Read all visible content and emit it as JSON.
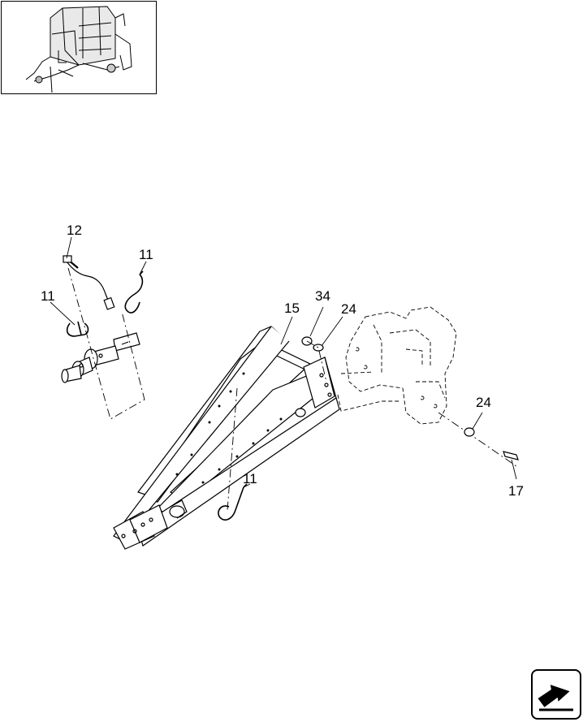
{
  "callouts": {
    "c12": "12",
    "c11a": "11",
    "c11b": "11",
    "c15": "15",
    "c34": "34",
    "c24a": "24",
    "c24b": "24",
    "c17": "17",
    "c11c": "11"
  },
  "nav": {
    "icon": "next-page-arrow-icon"
  }
}
